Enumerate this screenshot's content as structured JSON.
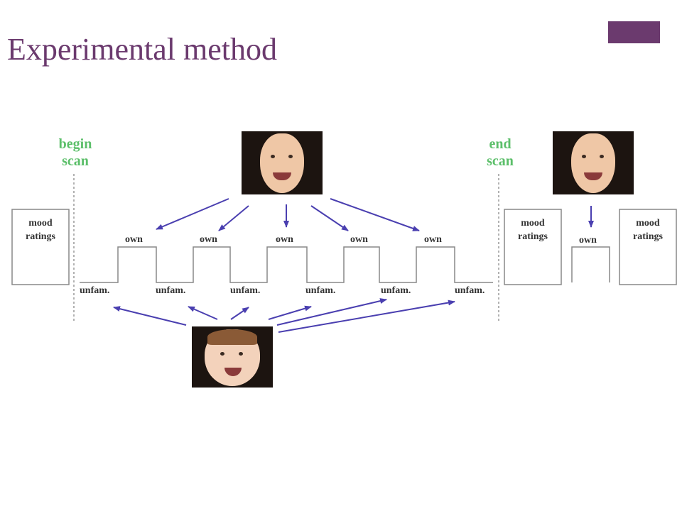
{
  "slide": {
    "title": "Experimental method",
    "accent_color": "#6b3a6e"
  },
  "diagram": {
    "begin_scan": [
      "begin",
      "scan"
    ],
    "end_scan": [
      "end",
      "scan"
    ],
    "mood_ratings": [
      "mood",
      "ratings"
    ],
    "own": "own",
    "unfam": "unfam.",
    "label_color": "#5cbf6a",
    "arrow_color": "#4a3fb0",
    "own_photo": "own-infant-face",
    "unfamiliar_photo": "unfamiliar-infant-face"
  }
}
